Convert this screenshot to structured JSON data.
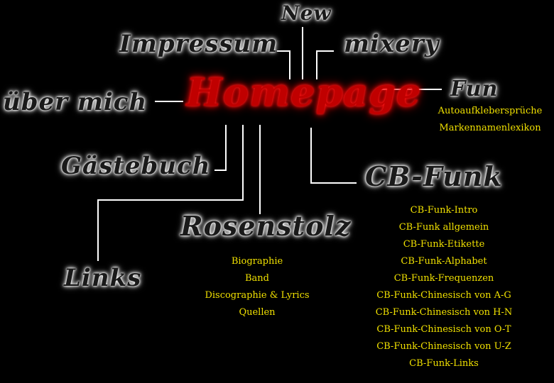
{
  "center": {
    "label": "Homepage"
  },
  "nav": {
    "new": "New",
    "impressum": "Impressum",
    "mixery": "mixery",
    "about": "über mich",
    "fun": "Fun",
    "guestbook": "Gästebuch",
    "cbfunk": "CB-Funk",
    "rosenstolz": "Rosenstolz",
    "links": "Links"
  },
  "fun_items": [
    "Autoaufkleber­sprüche",
    "Markennamenlexikon"
  ],
  "rosenstolz_items": [
    "Biographie",
    "Band",
    "Discographie & Lyrics",
    "Quellen"
  ],
  "cbfunk_items": [
    "CB-Funk-Intro",
    "CB-Funk allgemein",
    "CB-Funk-Etikette",
    "CB-Funk-Alphabet",
    "CB-Funk-Frequenzen",
    "CB-Funk-Chinesisch von A-G",
    "CB-Funk-Chinesisch von H-N",
    "CB-Funk-Chinesisch von O-T",
    "CB-Funk-Chinesisch von U-Z",
    "CB-Funk-Links"
  ],
  "colors": {
    "background": "#000000",
    "accent": "#c00000",
    "submenu": "#f0e000",
    "lines": "#ffffff"
  }
}
